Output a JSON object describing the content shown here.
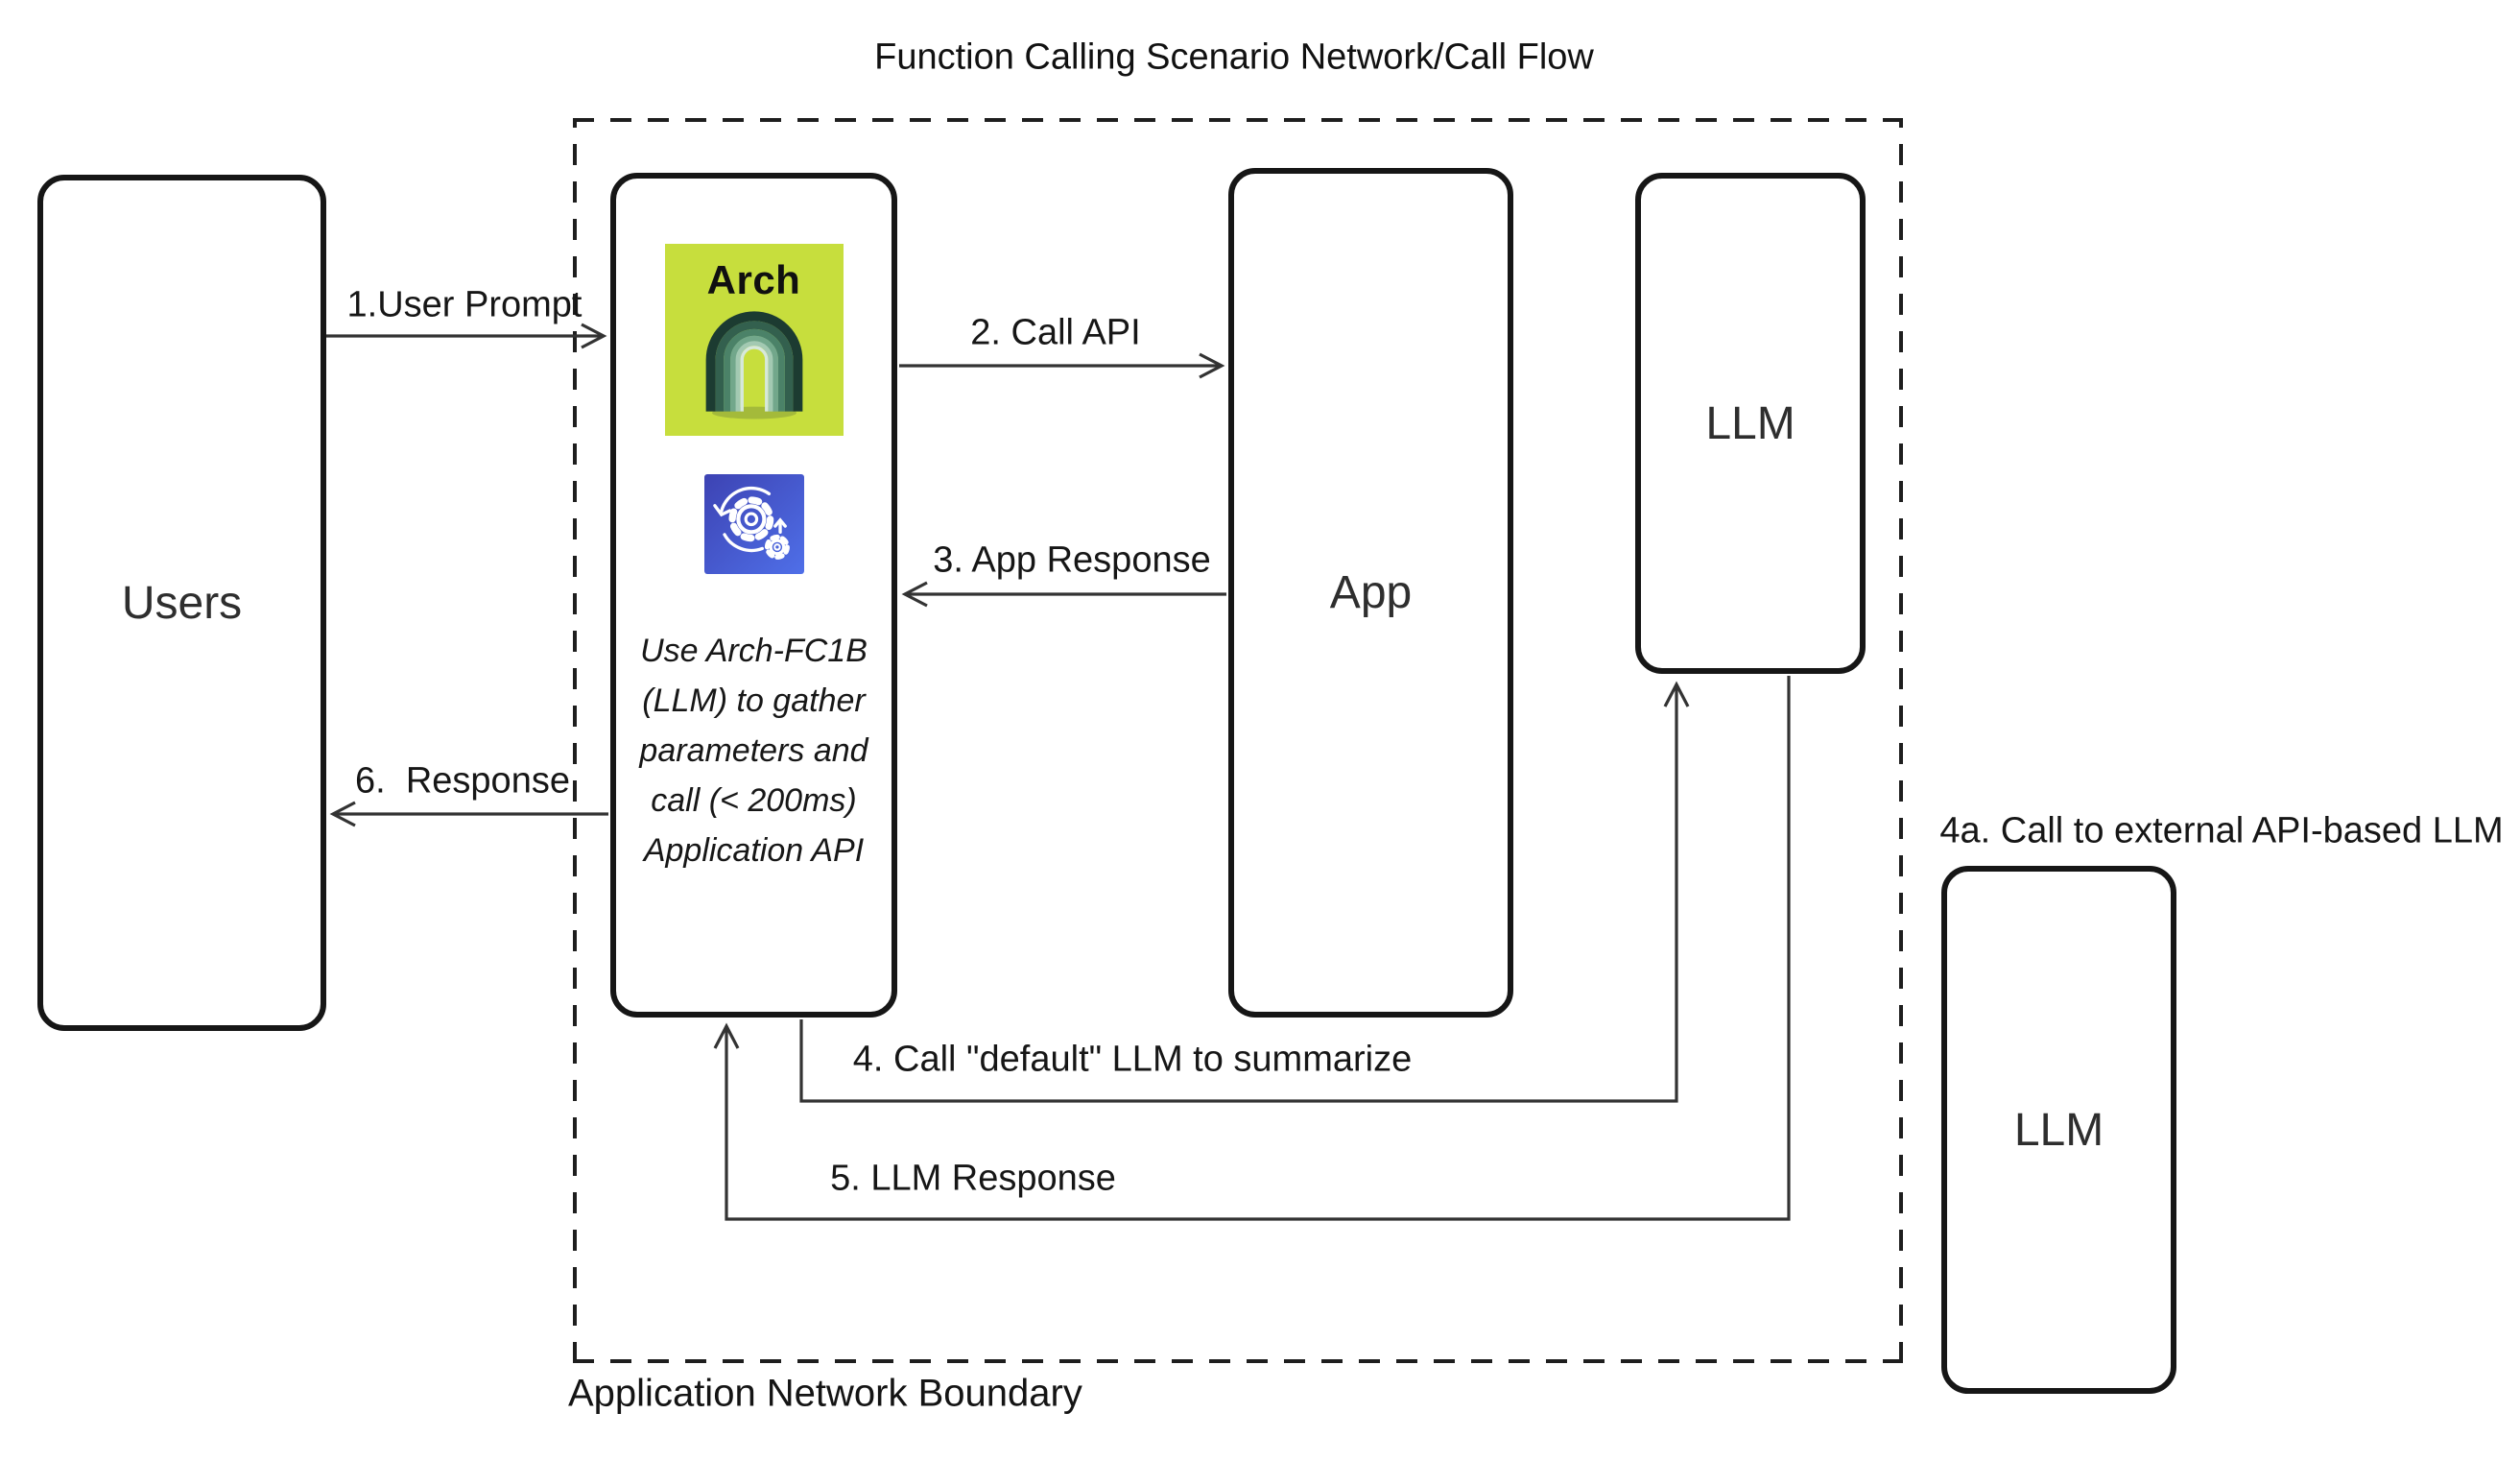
{
  "title": "Function Calling Scenario Network/Call Flow",
  "boundary_label": "Application Network Boundary",
  "nodes": {
    "users": {
      "label": "Users"
    },
    "arch": {
      "logo_title": "Arch",
      "note_lines": [
        "Use Arch-FC1B",
        "(LLM) to gather",
        "parameters and",
        "call (< 200ms)",
        "Application API"
      ]
    },
    "app": {
      "label": "App"
    },
    "llm_internal": {
      "label": "LLM"
    },
    "llm_external": {
      "label": "LLM"
    }
  },
  "labels": {
    "step1": "1.User Prompt",
    "step2": "2. Call API",
    "step3": "3. App Response",
    "step4": "4. Call \"default\" LLM to summarize",
    "step5": "5. LLM Response",
    "step6": "6.  Response",
    "step4a": "4a. Call to external API-based LLM"
  },
  "icons": {
    "arch_logo": "arch-gateway-arch-icon",
    "gears": "process-automation-gears-icon"
  },
  "colors": {
    "logo_lime": "#c7de3d",
    "icon_blue_dark": "#3d43b3",
    "icon_blue_light": "#4f6fe8",
    "arch_green_dark": "#1c3b31",
    "arch_green_light": "#d6e8dc",
    "arrow_line": "#333333",
    "box_border": "#161616"
  }
}
